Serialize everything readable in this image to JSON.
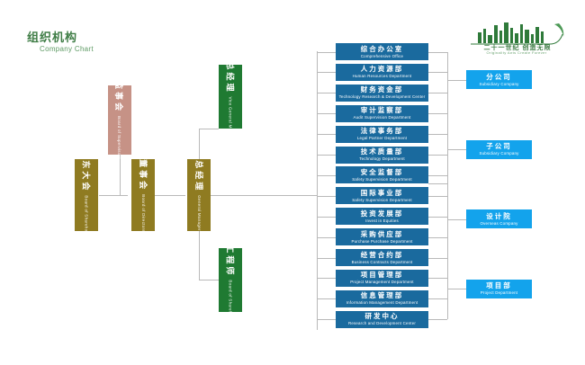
{
  "page": {
    "title_cn": "组织机构",
    "title_en": "Company Chart",
    "accent_green": "#3f7d46",
    "colors": {
      "olive": "#8f7b21",
      "rose": "#c69286",
      "green": "#1f7a32",
      "blue_dark": "#1a6a9e",
      "blue_bright": "#13a3ec",
      "line": "#b9b9b9"
    }
  },
  "logo": {
    "name": "company-skyline-logo",
    "text_cn": "二十一世纪 创造无限",
    "text_en": "Originality Ants   Create Forever"
  },
  "governance": [
    {
      "cn": "股东大会",
      "en": "Board of Shareholders",
      "color": "olive"
    },
    {
      "cn": "监事会",
      "en": "Board of Supervisors",
      "color": "rose"
    },
    {
      "cn": "董事会",
      "en": "Board of Directors",
      "color": "olive"
    },
    {
      "cn": "总经理",
      "en": "General Manager",
      "color": "olive"
    }
  ],
  "officers": [
    {
      "cn": "副总经理",
      "en": "Vice General Manager",
      "color": "green"
    },
    {
      "cn": "总工程师",
      "en": "Board of Shareholders",
      "color": "green"
    }
  ],
  "departments": [
    {
      "cn": "综合办公室",
      "en": "Comprehensive Office"
    },
    {
      "cn": "人力资源部",
      "en": "Human Resources Department"
    },
    {
      "cn": "财务资金部",
      "en": "Technology Research & Development Center"
    },
    {
      "cn": "审计监察部",
      "en": "Audit Supervision Department"
    },
    {
      "cn": "法律事务部",
      "en": "Legal Partner Department"
    },
    {
      "cn": "技术质量部",
      "en": "Technology Department"
    },
    {
      "cn": "安全监督部",
      "en": "Safety Supervision Department"
    },
    {
      "cn": "国际事业部",
      "en": "Safety Supervision Department"
    },
    {
      "cn": "投资发展部",
      "en": "Invest in Equities"
    },
    {
      "cn": "采购供应部",
      "en": "Purchase Purchase Department"
    },
    {
      "cn": "经营合约部",
      "en": "Business Contracts Department"
    },
    {
      "cn": "项目管理部",
      "en": "Project Management Department"
    },
    {
      "cn": "信息管理部",
      "en": "Information Management Department"
    },
    {
      "cn": "研发中心",
      "en": "Research and Development Center"
    }
  ],
  "subsidiaries": [
    {
      "cn": "分公司",
      "en": "Subsidiary Company"
    },
    {
      "cn": "子公司",
      "en": "Subsidiary Company"
    },
    {
      "cn": "设计院",
      "en": "Overseas Company"
    },
    {
      "cn": "项目部",
      "en": "Project Department"
    }
  ]
}
